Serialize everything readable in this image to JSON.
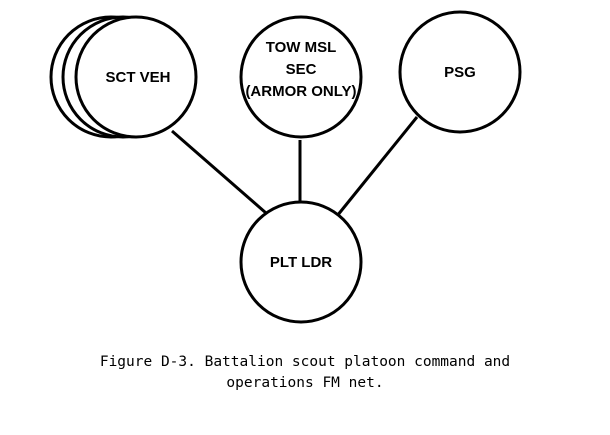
{
  "nodes": {
    "sct_veh": {
      "label": "SCT VEH"
    },
    "tow_msl": {
      "lines": [
        "TOW MSL",
        "SEC",
        "(ARMOR ONLY)"
      ]
    },
    "psg": {
      "label": "PSG"
    },
    "plt_ldr": {
      "label": "PLT LDR"
    }
  },
  "caption": {
    "line1": "Figure D-3. Battalion scout platoon command and",
    "line2": "operations FM net."
  }
}
